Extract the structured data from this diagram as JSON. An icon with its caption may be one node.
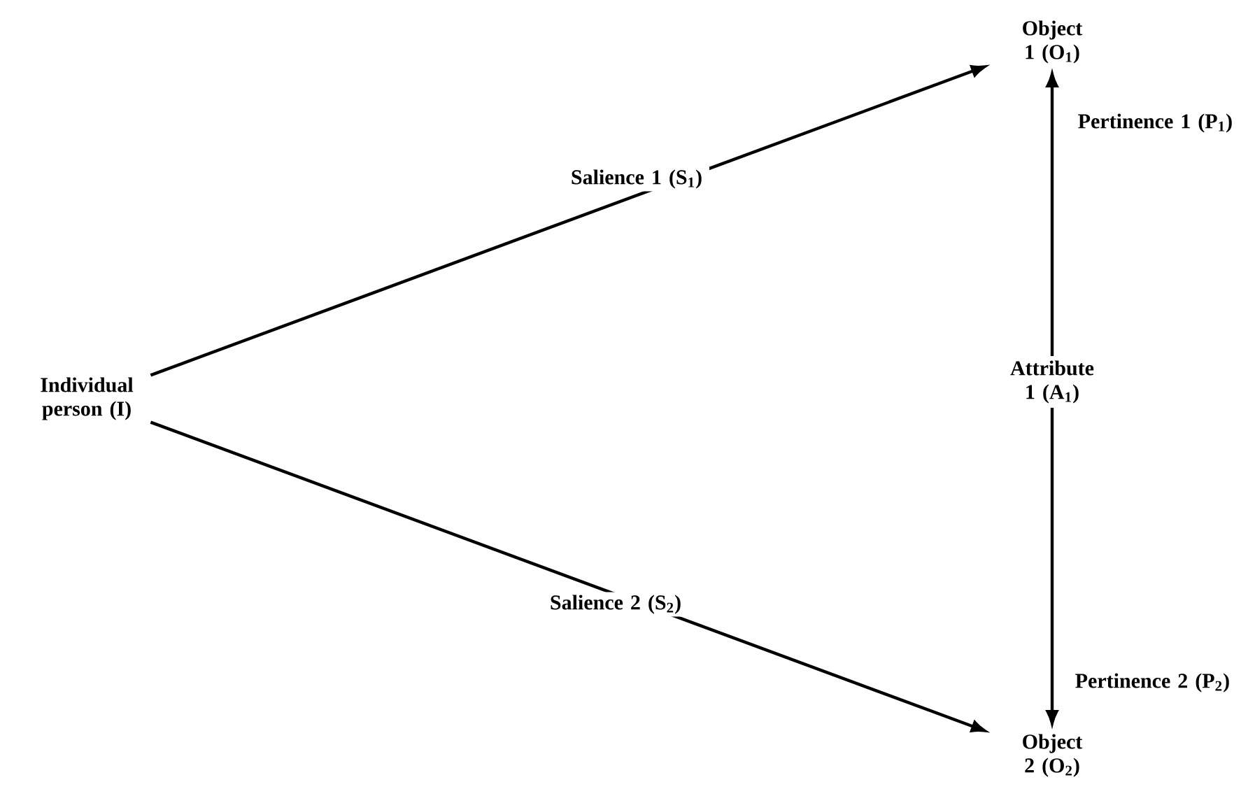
{
  "diagram": {
    "nodes": [
      {
        "text": [
          "Individual person (I)"
        ]
      },
      {
        "text": [
          "Object 1 (O$_{1}$)"
        ]
      },
      {
        "text": [
          "Attribute 1 (A$_{1}$)"
        ]
      },
      {
        "text": [
          "Object 2 (O$_{2}$)"
        ]
      }
    ],
    "edges": [
      {
        "from": 0,
        "to": 1,
        "arrow": "to",
        "label": "Salience 1 (S$_{1}$)"
      },
      {
        "from": 0,
        "to": 3,
        "arrow": "to",
        "label": "Salience 2 (S$_{2}$)"
      },
      {
        "from": 2,
        "to": 1,
        "arrow": "to",
        "label": "Pertinence 1 (P$_{1}$)"
      },
      {
        "from": 2,
        "to": 3,
        "arrow": "to",
        "label": "Pertinence 2 (P$_{2}$)"
      }
    ]
  }
}
